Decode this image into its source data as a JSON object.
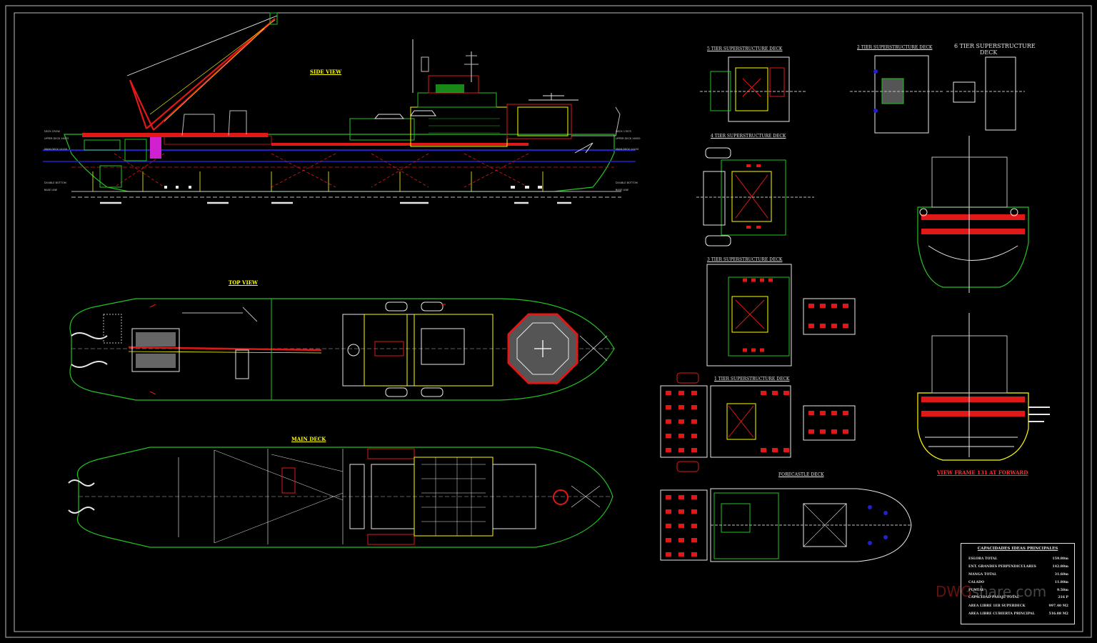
{
  "labels": {
    "side_view": "SIDE VIEW",
    "top_view": "TOP VIEW",
    "main_deck": "MAIN DECK",
    "sup5": "5 TIER SUPERSTRUCTURE DECK",
    "sup4": "4 TIER SUPERSTRUCTURE DECK",
    "sup3": "3 TIER SUPERSTRUCTURE DECK",
    "sup2": "2 TIER SUPERSTRUCTURE DECK",
    "sup1": "1 TIER SUPERSTRUCTURE DECK",
    "sup6_line1": "6 TIER SUPERSTRUCTURE",
    "sup6_line2": "DECK",
    "forecastle": "FORECASTLE DECK",
    "frame_view": "VIEW FRAME 131 AT FORWARD"
  },
  "side_tags": {
    "left": [
      "DECK CROW",
      "UPPER DECK 16075",
      "MAIN DECK 14150",
      "DOUBLE BOTTOM",
      "BASE LINE"
    ],
    "right": [
      "DECK 17875",
      "UPPER DECK 16050",
      "MAIN DECK 14150",
      "DOUBLE BOTTOM",
      "BASE LINE"
    ]
  },
  "capacities": {
    "title": "CAPACIDADES IDEAS PRINCIPALES",
    "rows": [
      {
        "label": "ESLORA TOTAL",
        "value": "159.80m"
      },
      {
        "label": "ENT. GRANDES PERPENDICULARES",
        "value": "142.80m"
      },
      {
        "label": "MANGA TOTAL",
        "value": "31.60m"
      },
      {
        "label": "CALADO",
        "value": "11.80m"
      },
      {
        "label": "PUNTAL",
        "value": "9.50m"
      },
      {
        "label": "CAPACIDAD PASAJE TOTAL",
        "value": "216 P"
      },
      {
        "label": "AREA LIBRE 1ER SUPERDECK",
        "value": "997.40 M2"
      },
      {
        "label": "AREA LIBRE CUBIERTA PRINCIPAL",
        "value": "516.88 M2"
      }
    ]
  },
  "watermark": {
    "brand": "DWG",
    "rest": "share.com"
  },
  "colors": {
    "hull": "#22c322",
    "red": "#e01818",
    "yellow": "#ffff00",
    "white": "#e8e8e8",
    "cyan": "#00c8c8",
    "blue": "#2222cc",
    "magenta": "#d020d0"
  }
}
